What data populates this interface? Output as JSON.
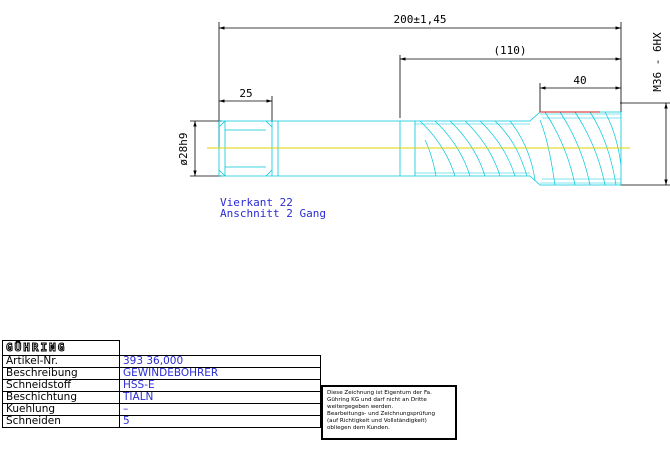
{
  "dimensions": {
    "overall_length": "200±1,45",
    "thread_section": "(110)",
    "thread_length": "40",
    "square_length": "25",
    "shank_diameter": "ø28h9",
    "thread_spec": "M36 - 6HX"
  },
  "notes": [
    "Vierkant 22",
    "Anschnitt 2 Gang"
  ],
  "title_block": {
    "logo": "GÜHRING",
    "rows": [
      {
        "label": "Artikel-Nr.",
        "value": "393 36,000"
      },
      {
        "label": "Beschreibung",
        "value": "GEWINDEBOHRER"
      },
      {
        "label": "Schneidstoff",
        "value": "HSS-E"
      },
      {
        "label": "Beschichtung",
        "value": "TIALN"
      },
      {
        "label": "Kuehlung",
        "value": "–"
      },
      {
        "label": "Schneiden",
        "value": "5"
      }
    ]
  },
  "disclaimer": [
    "Diese Zeichnung ist Eigentum der Fa.",
    "Gühring KG und darf nicht an Dritte",
    "weitergegeben werden.",
    "Bearbeitungs- und Zeichnungsprüfung",
    "(auf Richtigkeit und Vollständigkeit)",
    "obliegen dem Kunden."
  ],
  "colors": {
    "outline": "#00c8dc",
    "centerline": "#e0d000",
    "dimension": "#000000",
    "text_blue": "#2b2bd6",
    "chamfer": "#d02020"
  }
}
